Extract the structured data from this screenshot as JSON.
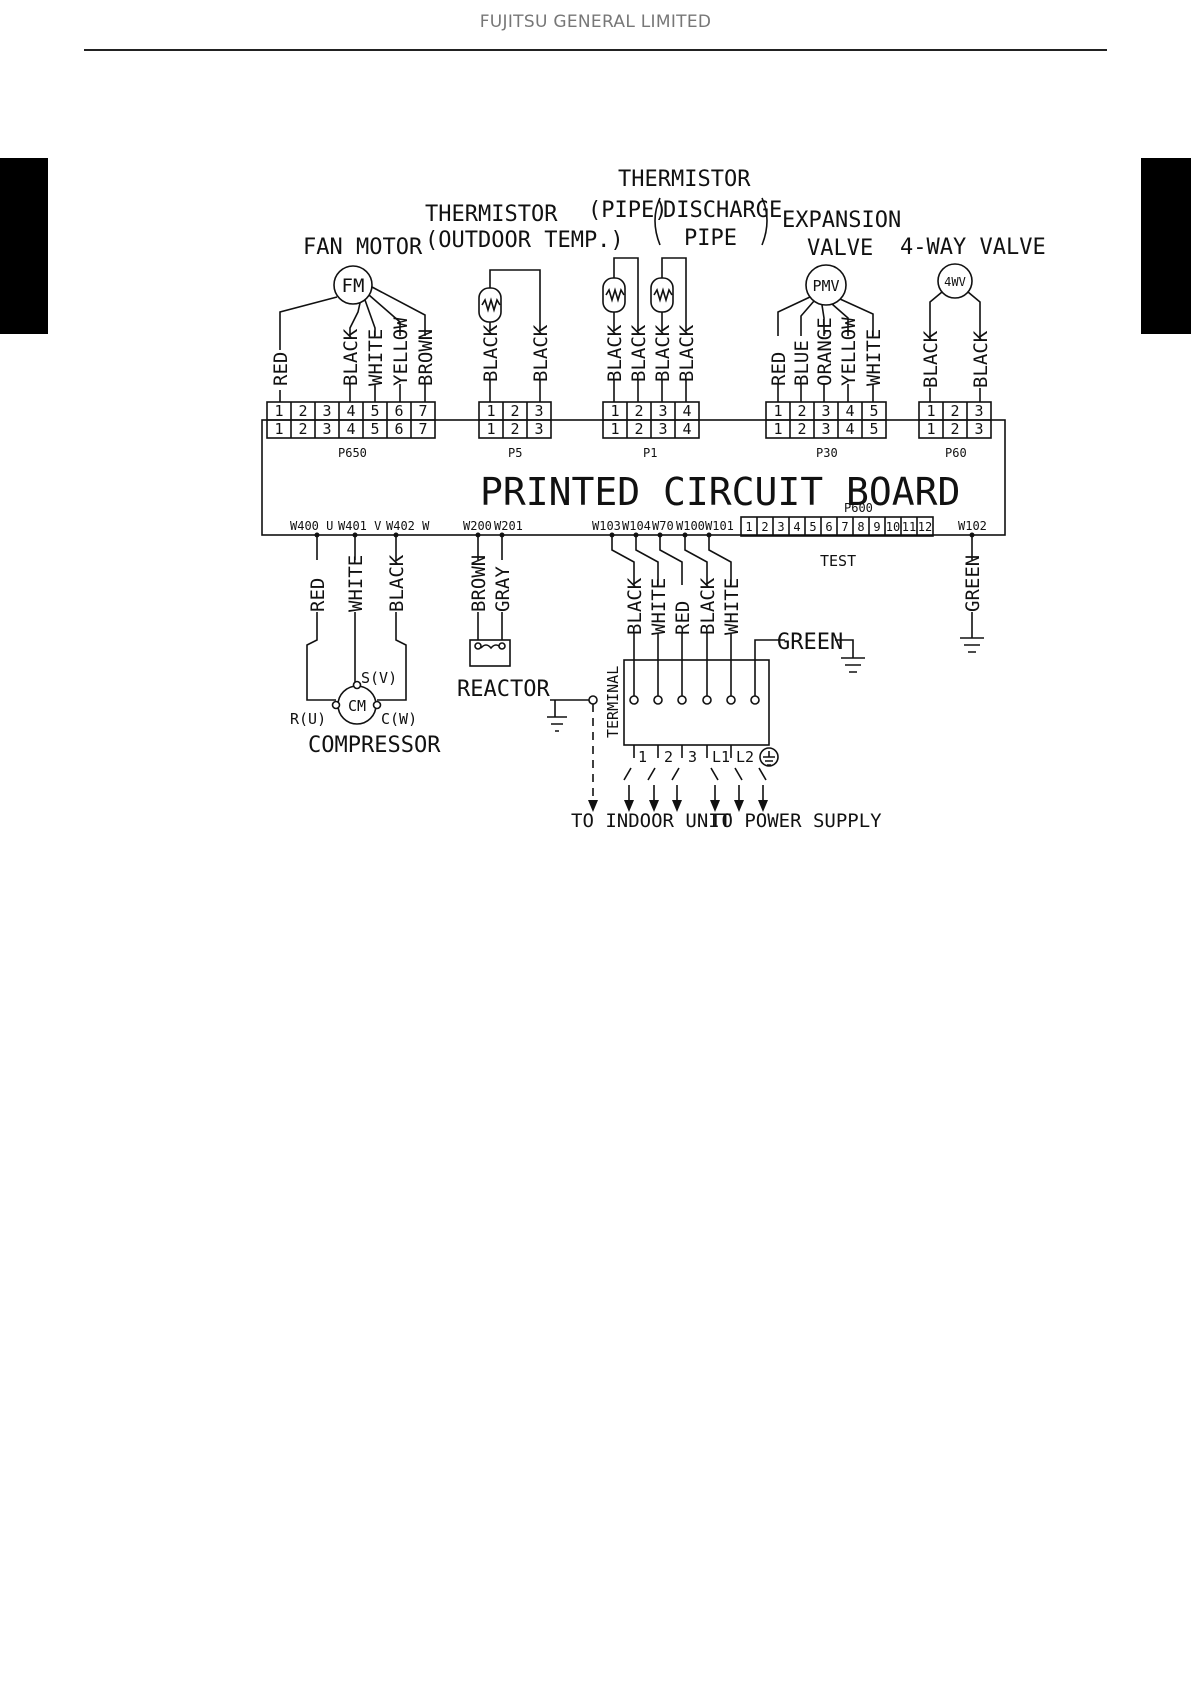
{
  "header": {
    "title": "FUJITSU GENERAL LIMITED"
  },
  "components": {
    "fan_motor": {
      "label": "FAN MOTOR",
      "symbol": "FM"
    },
    "thermistor_outdoor": {
      "line1": "THERMISTOR",
      "line2": "(OUTDOOR TEMP.)"
    },
    "thermistor_pipe": {
      "line1": "THERMISTOR",
      "pipe": "(PIPE)",
      "discharge": "DISCHARGE",
      "discharge_pipe": "PIPE"
    },
    "expansion_valve": {
      "line1": "EXPANSION",
      "line2": "VALVE",
      "symbol": "PMV"
    },
    "four_way_valve": {
      "label": "4-WAY VALVE",
      "symbol": "4WV"
    },
    "pcb": {
      "label": "PRINTED CIRCUIT BOARD"
    },
    "compressor": {
      "label": "COMPRESSOR",
      "symbol": "CM",
      "s": "S(V)",
      "r": "R(U)",
      "c": "C(W)"
    },
    "reactor": {
      "label": "REACTOR"
    },
    "terminal": {
      "label": "TERMINAL"
    }
  },
  "connectors": {
    "p650": {
      "name": "P650",
      "wires": [
        "RED",
        "BLACK",
        "WHITE",
        "YELLOW",
        "BROWN"
      ]
    },
    "p5": {
      "name": "P5",
      "wires": [
        "BLACK",
        "BLACK"
      ]
    },
    "p1": {
      "name": "P1",
      "wires": [
        "BLACK",
        "BLACK",
        "BLACK",
        "BLACK"
      ]
    },
    "p30": {
      "name": "P30",
      "wires": [
        "RED",
        "BLUE",
        "ORANGE",
        "YELLOW",
        "WHITE"
      ]
    },
    "p60": {
      "name": "P60",
      "wires": [
        "BLACK",
        "BLACK"
      ]
    },
    "p600": {
      "name": "P600",
      "test": "TEST"
    }
  },
  "bottom_terminals": {
    "w400": "W400 U",
    "w401": "W401 V",
    "w402": "W402 W",
    "w200": "W200",
    "w201": "W201",
    "w103": "W103",
    "w104": "W104",
    "w70": "W70",
    "w100": "W100",
    "w101": "W101",
    "w102": "W102"
  },
  "bottom_wires": {
    "compressor": [
      "RED",
      "WHITE",
      "BLACK"
    ],
    "reactor": [
      "BROWN",
      "GRAY"
    ],
    "terminal": [
      "BLACK",
      "WHITE",
      "RED",
      "BLACK",
      "WHITE"
    ],
    "ground": "GREEN",
    "terminal_ground": "GREEN"
  },
  "terminal_numbers": [
    "1",
    "2",
    "3",
    "L1",
    "L2"
  ],
  "destinations": {
    "indoor": "TO INDOOR UNIT",
    "power": "TO POWER SUPPLY"
  }
}
